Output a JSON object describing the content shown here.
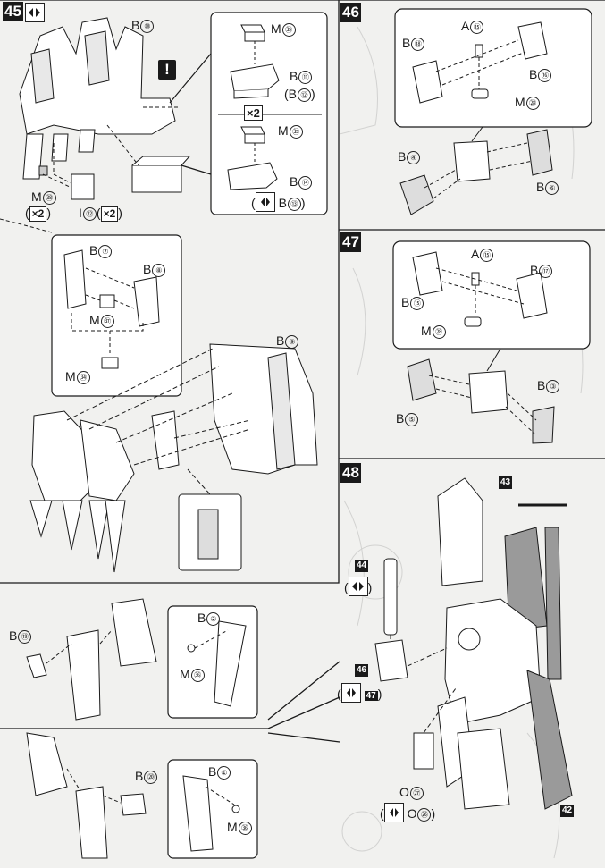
{
  "steps": {
    "s45": {
      "num": "45"
    },
    "s46": {
      "num": "46"
    },
    "s47": {
      "num": "47"
    },
    "s48": {
      "num": "48"
    }
  },
  "icons": {
    "warning": "!",
    "pair_mark": "mirror-pair-icon",
    "swap_mark": "swap-pair-icon"
  },
  "parts": {
    "p45": [
      {
        "key": "B",
        "num": "⑩"
      },
      {
        "key": "M",
        "num": "㉟"
      },
      {
        "key": "B",
        "num": "⑪"
      },
      {
        "key": "(B",
        "num": "⑫",
        ")": ")"
      },
      {
        "key": "M",
        "num": "㉟"
      },
      {
        "key": "B",
        "num": "⑭"
      },
      {
        "key": "B",
        "num": "⑬"
      },
      {
        "key": "M",
        "num": "㊳"
      },
      {
        "key": "I",
        "num": "㉒"
      },
      {
        "key": "B",
        "num": "⑦"
      },
      {
        "key": "B",
        "num": "⑧"
      },
      {
        "key": "M",
        "num": "㊲"
      },
      {
        "key": "M",
        "num": "㉞"
      },
      {
        "key": "B",
        "num": "⑨"
      }
    ],
    "p46": [
      {
        "key": "A",
        "num": "⑮"
      },
      {
        "key": "B",
        "num": "⑱"
      },
      {
        "key": "B",
        "num": "⑯"
      },
      {
        "key": "M",
        "num": "㉘"
      },
      {
        "key": "B",
        "num": "④"
      },
      {
        "key": "B",
        "num": "⑥"
      }
    ],
    "p47": [
      {
        "key": "A",
        "num": "⑮"
      },
      {
        "key": "B",
        "num": "⑮"
      },
      {
        "key": "B",
        "num": "⑰"
      },
      {
        "key": "M",
        "num": "㉘"
      },
      {
        "key": "B",
        "num": "⑤"
      },
      {
        "key": "B",
        "num": "③"
      }
    ],
    "p48": [
      {
        "key": "O",
        "num": "㉗"
      },
      {
        "key": "O",
        "num": "㉖"
      }
    ],
    "bottom": [
      {
        "key": "B",
        "num": "⑲"
      },
      {
        "key": "B",
        "num": "②"
      },
      {
        "key": "M",
        "num": "㊱"
      },
      {
        "key": "B",
        "num": "⑳"
      },
      {
        "key": "B",
        "num": "①"
      },
      {
        "key": "M",
        "num": "㊱"
      }
    ]
  },
  "counts": {
    "x2": "×2"
  },
  "refs": {
    "r43": "43",
    "r44": "44",
    "r46": "46",
    "r47": "47",
    "r42": "42"
  },
  "colors": {
    "ink": "#1a1a1a",
    "paper": "#f1f1ef",
    "panel": "#ffffff",
    "shade": "#9a9a9a"
  }
}
